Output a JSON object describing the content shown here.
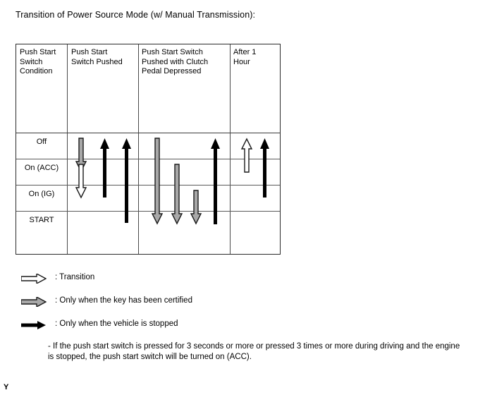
{
  "page": {
    "title": "Transition of Power Source Mode (w/ Manual Transmission):",
    "corner_mark": "Y"
  },
  "table": {
    "columns": [
      {
        "id": "condition",
        "header": "Push Start\nSwitch\nCondition"
      },
      {
        "id": "pushed",
        "header": "Push Start\nSwitch Pushed"
      },
      {
        "id": "pushed_clutch",
        "header": "Push Start Switch\nPushed with Clutch\nPedal Depressed"
      },
      {
        "id": "after_hour",
        "header": "After 1\nHour"
      }
    ],
    "rows": [
      {
        "id": "off",
        "label": "Off"
      },
      {
        "id": "acc",
        "label": "On (ACC)"
      },
      {
        "id": "ig",
        "label": "On (IG)"
      },
      {
        "id": "start",
        "label": "START"
      }
    ]
  },
  "transitions": [
    {
      "column": "pushed",
      "from": "off",
      "to": "acc",
      "direction": "down",
      "style": "gray"
    },
    {
      "column": "pushed",
      "from": "acc",
      "to": "ig",
      "direction": "down",
      "style": "white"
    },
    {
      "column": "pushed",
      "from": "ig",
      "to": "off",
      "direction": "up",
      "style": "black"
    },
    {
      "column": "pushed",
      "from": "start",
      "to": "off",
      "direction": "up",
      "style": "black"
    },
    {
      "column": "pushed_clutch",
      "from": "off",
      "to": "start",
      "direction": "down",
      "style": "gray"
    },
    {
      "column": "pushed_clutch",
      "from": "acc",
      "to": "start",
      "direction": "down",
      "style": "gray"
    },
    {
      "column": "pushed_clutch",
      "from": "ig",
      "to": "start",
      "direction": "down",
      "style": "gray"
    },
    {
      "column": "pushed_clutch",
      "from": "start",
      "to": "off",
      "direction": "up",
      "style": "black"
    },
    {
      "column": "after_hour",
      "from": "acc",
      "to": "off",
      "direction": "up",
      "style": "white"
    },
    {
      "column": "after_hour",
      "from": "ig",
      "to": "off",
      "direction": "up",
      "style": "black"
    }
  ],
  "legend": [
    {
      "style": "white",
      "label": ": Transition"
    },
    {
      "style": "gray",
      "label": ": Only when the key has been certified"
    },
    {
      "style": "black",
      "label": ": Only when the vehicle is stopped"
    }
  ],
  "note": "- If the push start switch is pressed for 3 seconds or more or pressed 3 times or more during driving and the engine is stopped, the push start switch will be turned on (ACC).",
  "colors": {
    "gray_fill": "#a8a8a8",
    "white_fill": "#ffffff",
    "black_fill": "#000000",
    "outline": "#1a1a1a",
    "grid_line": "#5a5a5a",
    "border": "#2b2b2b",
    "text": "#000000"
  }
}
